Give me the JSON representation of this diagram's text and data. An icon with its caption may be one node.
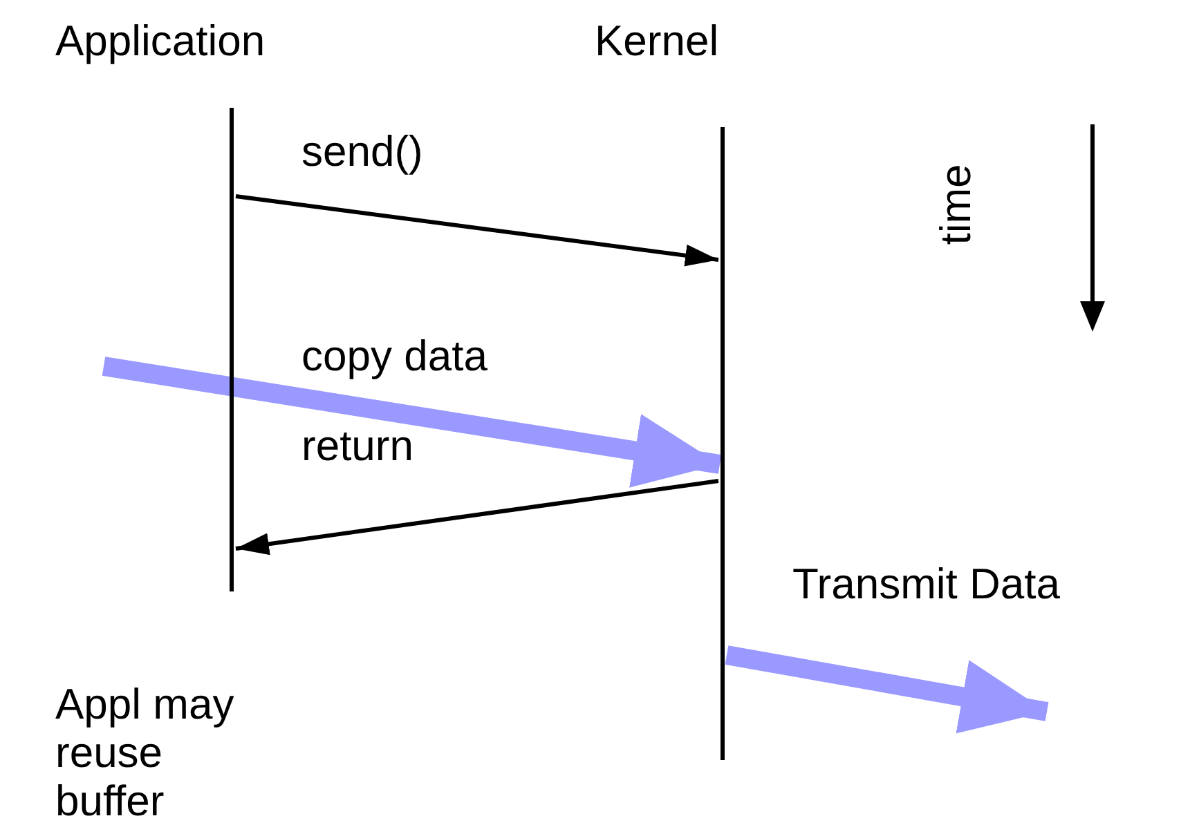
{
  "diagram": {
    "nodes": [
      {
        "text": [
          "Application"
        ]
      },
      {
        "text": [
          "Kernel"
        ]
      }
    ],
    "edges": [
      {
        "from": 0,
        "to": 1,
        "arrow": "to",
        "label": "send()"
      },
      {
        "from": null,
        "to": 1,
        "arrow": "to",
        "label": "copy data",
        "style": "thick",
        "color": "#9999ff"
      },
      {
        "from": 1,
        "to": 0,
        "arrow": "to",
        "label": "return"
      },
      {
        "from": 1,
        "to": null,
        "arrow": "to",
        "label": "Transmit Data",
        "style": "thick",
        "color": "#9999ff"
      }
    ],
    "labels": [
      "time",
      "Appl may reuse buffer"
    ]
  }
}
